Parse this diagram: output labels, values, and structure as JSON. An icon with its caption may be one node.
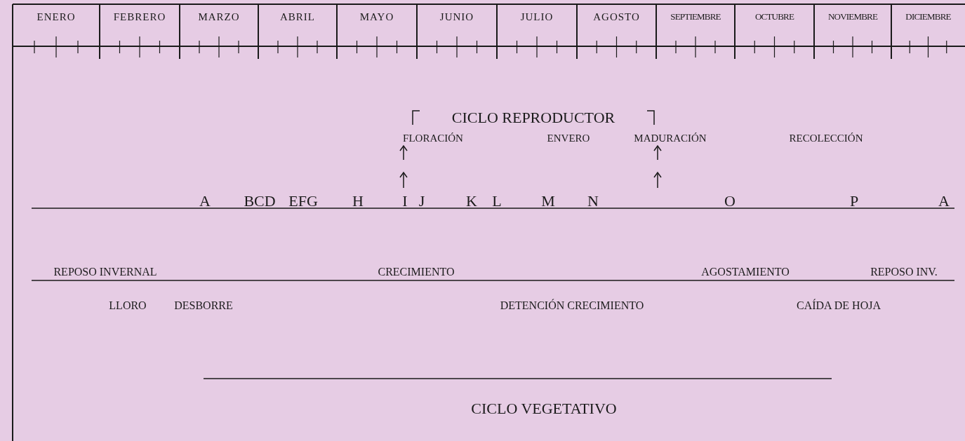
{
  "diagram": {
    "labels": [
      "ENERO",
      "FEBRERO",
      "MARZO",
      "ABRIL",
      "MAYO",
      "JUNIO",
      "JULIO",
      "AGOSTO",
      "SEPTIEMBRE",
      "OCTUBRE",
      "NOVIEMBRE",
      "DICIEMBRE",
      "CICLO REPRODUCTOR",
      "FLORACIÓN",
      "ENVERO",
      "MADURACIÓN",
      "RECOLECCIÓN",
      "A",
      "BCD",
      "EFG",
      "H",
      "I",
      "J",
      "K",
      "L",
      "M",
      "N",
      "O",
      "P",
      "A",
      "REPOSO INVERNAL",
      "CRECIMIENTO",
      "AGOSTAMIENTO",
      "REPOSO INV.",
      "LLORO",
      "DESBORRE",
      "DETENCIÓN CRECIMIENTO",
      "CAÍDA DE HOJA",
      "CICLO VEGETATIVO"
    ]
  }
}
